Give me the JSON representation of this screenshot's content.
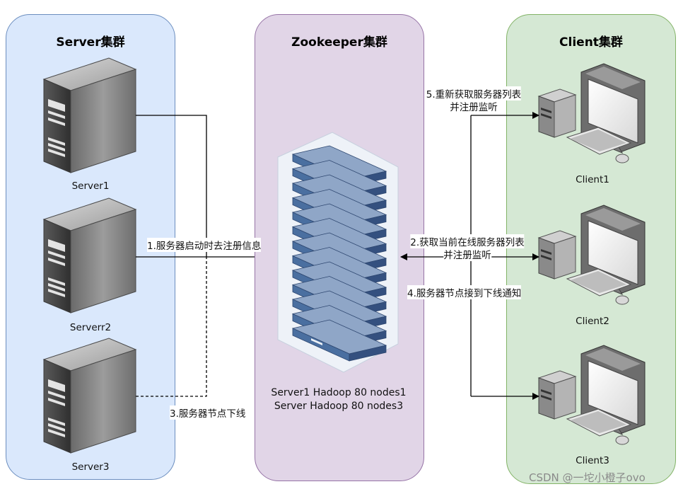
{
  "panels": {
    "server": {
      "title": "Server集群",
      "nodes": [
        "Server1",
        "Serverr2",
        "Server3"
      ]
    },
    "zookeeper": {
      "title": "Zookeeper集群",
      "text_line1": "Server1 Hadoop 80 nodes1",
      "text_line2": "Server Hadoop 80 nodes3"
    },
    "client": {
      "title": "Client集群",
      "nodes": [
        "Client1",
        "Client2",
        "Client3"
      ]
    }
  },
  "arrows": {
    "step1": "1.服务器启动时去注册信息",
    "step2_line1": "2.获取当前在线服务器列表",
    "step2_line2": "并注册监听",
    "step3": "3.服务器节点下线",
    "step4": "4.服务器节点接到下线通知",
    "step5_line1": "5.重新获取服务器列表",
    "step5_line2": "并注册监听"
  },
  "watermark": "CSDN @一坨小橙子ovo",
  "colors": {
    "server_panel": "#dae8fc",
    "zookeeper_panel": "#e1d5e7",
    "client_panel": "#d5e8d4",
    "rack_blue": "#4a6fa0"
  }
}
